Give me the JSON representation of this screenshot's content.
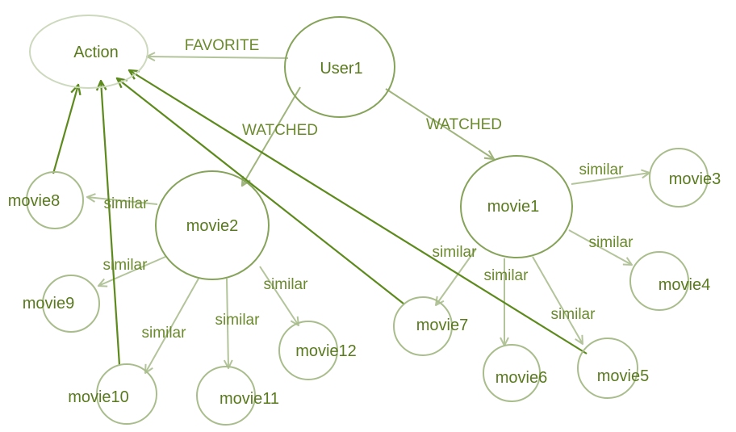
{
  "nodes": {
    "action": "Action",
    "user1": "User1",
    "movie1": "movie1",
    "movie2": "movie2",
    "movie3": "movie3",
    "movie4": "movie4",
    "movie5": "movie5",
    "movie6": "movie6",
    "movie7": "movie7",
    "movie8": "movie8",
    "movie9": "movie9",
    "movie10": "movie10",
    "movie11": "movie11",
    "movie12": "movie12"
  },
  "edges": {
    "favorite": "FAVORITE",
    "watched_movie2": "WATCHED",
    "watched_movie1": "WATCHED",
    "similar": "similar"
  },
  "colors": {
    "text": "#5a7a1e",
    "dark_edge": "#5d8a1c",
    "light_edge": "#b3c49a"
  }
}
